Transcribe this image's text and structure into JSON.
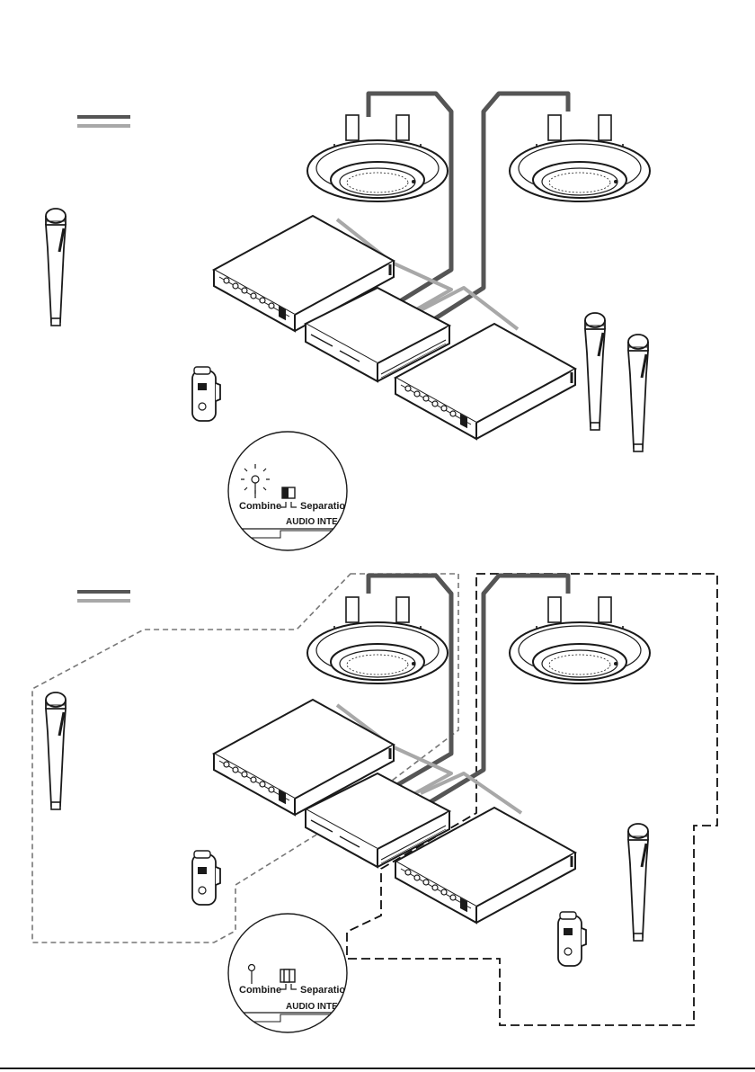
{
  "zoom_top": {
    "combine_label": "Combine",
    "separation_label": "Separation",
    "panel_label": "AUDIO INTE",
    "led_state": "lit",
    "switch_position": "combine"
  },
  "zoom_bottom": {
    "combine_label": "Combine",
    "separation_label": "Separation",
    "panel_label": "AUDIO INTE",
    "led_state": "off",
    "switch_position": "separation"
  },
  "colors": {
    "line": "#1a1a1a",
    "cable_dark": "#555555",
    "cable_light": "#a8a8a8",
    "dash_gray": "#777777",
    "dash_black": "#111111"
  }
}
